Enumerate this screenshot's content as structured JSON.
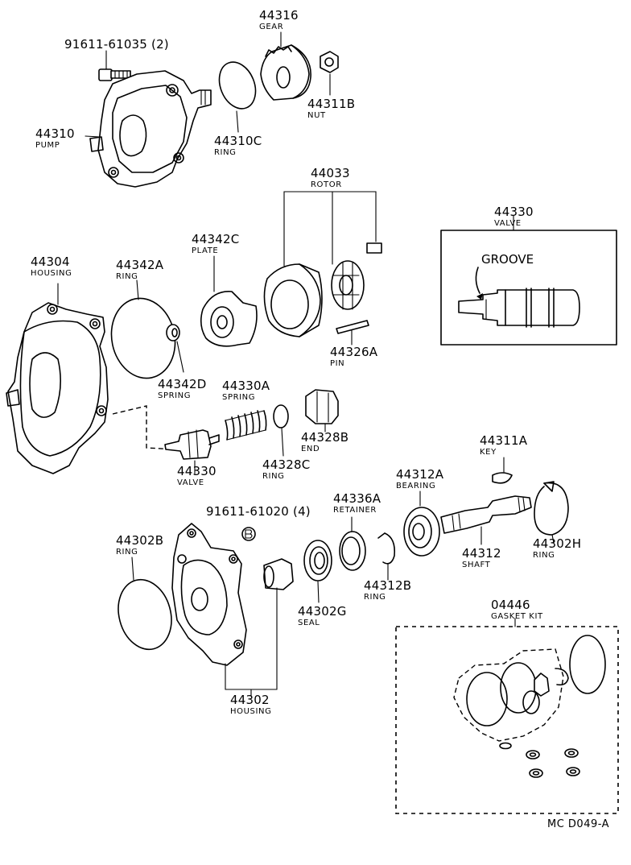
{
  "footer_code": "MC  D049-A",
  "groove_label": "GROOVE",
  "callouts": [
    {
      "key": "c-91611-61035",
      "number": "91611-61035 (2)",
      "name": ""
    },
    {
      "key": "c-44310",
      "number": "44310",
      "name": "PUMP"
    },
    {
      "key": "c-44316",
      "number": "44316",
      "name": "GEAR"
    },
    {
      "key": "c-44311b",
      "number": "44311B",
      "name": "NUT"
    },
    {
      "key": "c-44310c",
      "number": "44310C",
      "name": "RING"
    },
    {
      "key": "c-44033",
      "number": "44033",
      "name": "ROTOR"
    },
    {
      "key": "c-44330-top",
      "number": "44330",
      "name": "VALVE"
    },
    {
      "key": "c-44304",
      "number": "44304",
      "name": "HOUSING"
    },
    {
      "key": "c-44342a",
      "number": "44342A",
      "name": "RING"
    },
    {
      "key": "c-44342c",
      "number": "44342C",
      "name": "PLATE"
    },
    {
      "key": "c-44326a",
      "number": "44326A",
      "name": "PIN"
    },
    {
      "key": "c-44342d",
      "number": "44342D",
      "name": "SPRING"
    },
    {
      "key": "c-44330a",
      "number": "44330A",
      "name": "SPRING"
    },
    {
      "key": "c-44328b",
      "number": "44328B",
      "name": "END"
    },
    {
      "key": "c-44330-mid",
      "number": "44330",
      "name": "VALVE"
    },
    {
      "key": "c-44328c",
      "number": "44328C",
      "name": "RING"
    },
    {
      "key": "c-44311a",
      "number": "44311A",
      "name": "KEY"
    },
    {
      "key": "c-44312a",
      "number": "44312A",
      "name": "BEARING"
    },
    {
      "key": "c-44336a",
      "number": "44336A",
      "name": "RETAINER"
    },
    {
      "key": "c-91611-61020",
      "number": "91611-61020 (4)",
      "name": ""
    },
    {
      "key": "c-44302b",
      "number": "44302B",
      "name": "RING"
    },
    {
      "key": "c-44312",
      "number": "44312",
      "name": "SHAFT"
    },
    {
      "key": "c-44302h",
      "number": "44302H",
      "name": "RING"
    },
    {
      "key": "c-44312b",
      "number": "44312B",
      "name": "RING"
    },
    {
      "key": "c-44302g",
      "number": "44302G",
      "name": "SEAL"
    },
    {
      "key": "c-04446",
      "number": "04446",
      "name": "GASKET KIT"
    },
    {
      "key": "c-44302",
      "number": "44302",
      "name": "HOUSING"
    }
  ]
}
